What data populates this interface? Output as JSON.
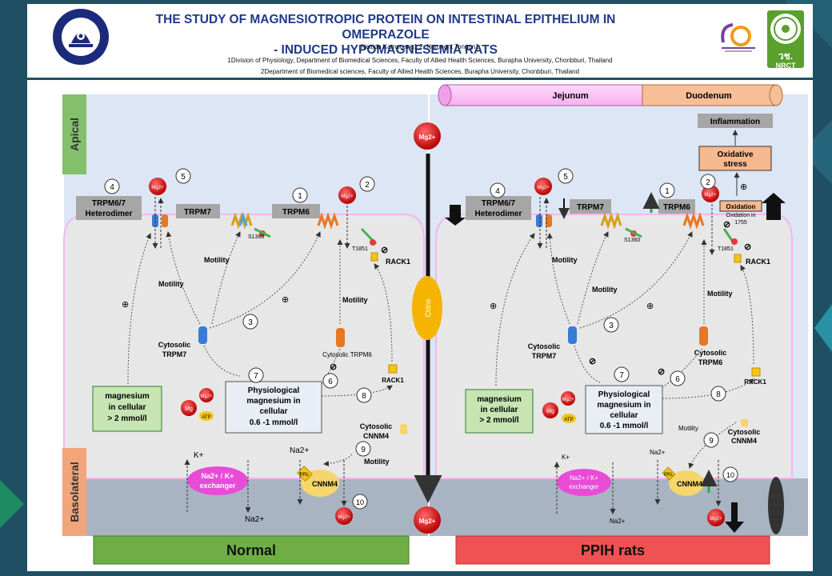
{
  "header": {
    "title_line1": "THE STUDY OF MAGNESIOTROPIC PROTEIN ON INTESTINAL EPITHELIUM IN OMEPRAZOLE",
    "title_line2": "- INDUCED HYPOMAGNESEMIA RATS",
    "authors": "Nattida Kampuang1,2, Narongrit Tongon1",
    "affiliation1": "1Division of Physiology, Department of Biomedical Sciences, Faculty of Allied Health Sciences, Burapha University, Chonbburi, Thailand",
    "affiliation2": "2Department of Biomedical sciences, Faculty of Allied Health Sciences, Burapha University, Chonbburi, Thailand",
    "logo_right_text": "วช.",
    "logo_right_sub": "NRCT"
  },
  "side_labels": {
    "apical": "Apical",
    "basolateral": "Basolateral"
  },
  "intestine": {
    "jejunum": "Jejunum",
    "duodenum": "Duodenum"
  },
  "bottom": {
    "normal": "Normal",
    "ppih": "PPIH rats"
  },
  "mg": "Mg2+",
  "cldns": "Cldns",
  "left": {
    "trpm67": [
      "TRPM6/7",
      "Heterodimer"
    ],
    "trpm7": "TRPM7",
    "trpm6": "TRPM6",
    "s1360": "S1360",
    "t1851": "T1851",
    "rack1": "RACK1",
    "motility": "Motility",
    "cyto_trpm7": [
      "Cytosolic",
      "TRPM7"
    ],
    "cyto_trpm6": "Cytosolic TRPM6",
    "cellular": [
      "magnesium",
      "in cellular",
      "> 2 mmol/l"
    ],
    "phys": [
      "Physiological",
      "magnesium in",
      "cellular",
      "0.6 -1 mmol/l"
    ],
    "mg_small": "Mg",
    "atp": "ATP",
    "cnnm4": "CNNM4",
    "cyto_cnnm4": [
      "Cytosolic",
      "CNNM4"
    ],
    "prl": "PRL",
    "exchanger": [
      "Na2+ / K+",
      "exchanger"
    ],
    "k": "K+",
    "na": "Na2+"
  },
  "right": {
    "inflammation": "Inflammation",
    "oxidative": [
      "Oxidative",
      "stress"
    ],
    "oxidation": "Oxidation",
    "oxidation_1755": [
      "Oxidation in",
      "1755"
    ],
    "cyto_trpm6": [
      "Cytosolic",
      "TRPM6"
    ]
  },
  "numbers": [
    "1",
    "2",
    "3",
    "4",
    "5",
    "6",
    "7",
    "8",
    "9",
    "10"
  ],
  "colors": {
    "apical": "#dde6f4",
    "cell": "#e7e7e7",
    "basal": "#a9b4c3",
    "normal_bar": "#6fae45",
    "ppih_bar": "#ee5252",
    "mg_red": "#dd1010",
    "cldns": "#f5b400",
    "green_box": "#c6e5b2",
    "peach": "#f6b88e"
  }
}
